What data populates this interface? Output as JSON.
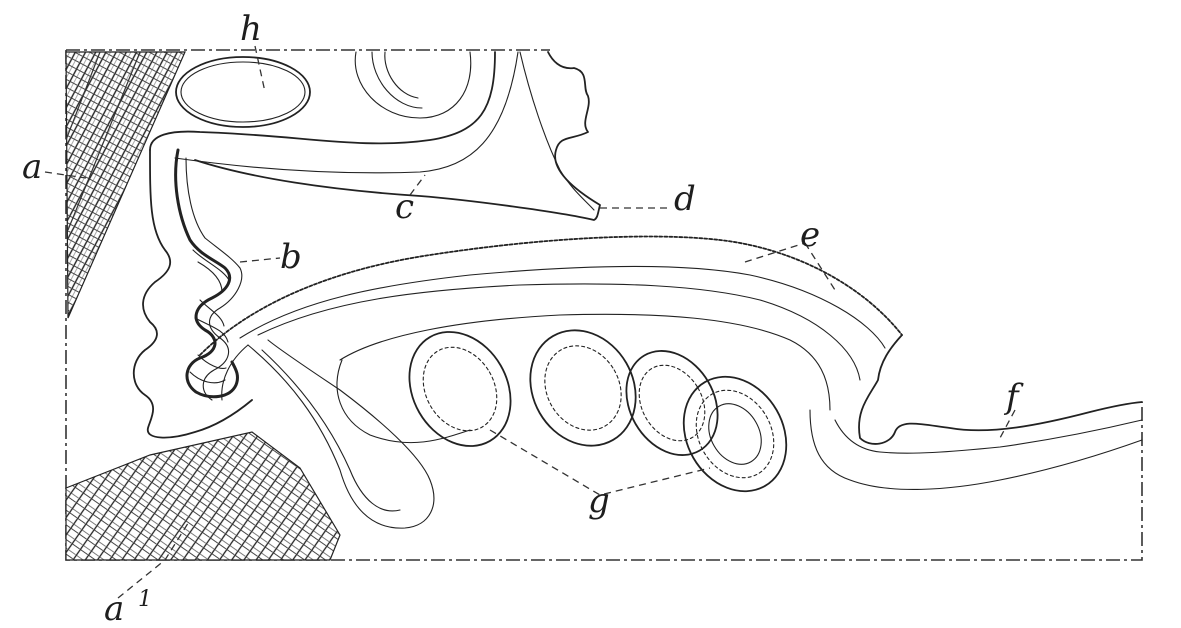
{
  "labels": {
    "a": "a",
    "a1": "a",
    "a1_sup": "1",
    "b": "b",
    "c": "c",
    "d": "d",
    "e": "e",
    "f": "f",
    "g": "g",
    "h": "h"
  }
}
